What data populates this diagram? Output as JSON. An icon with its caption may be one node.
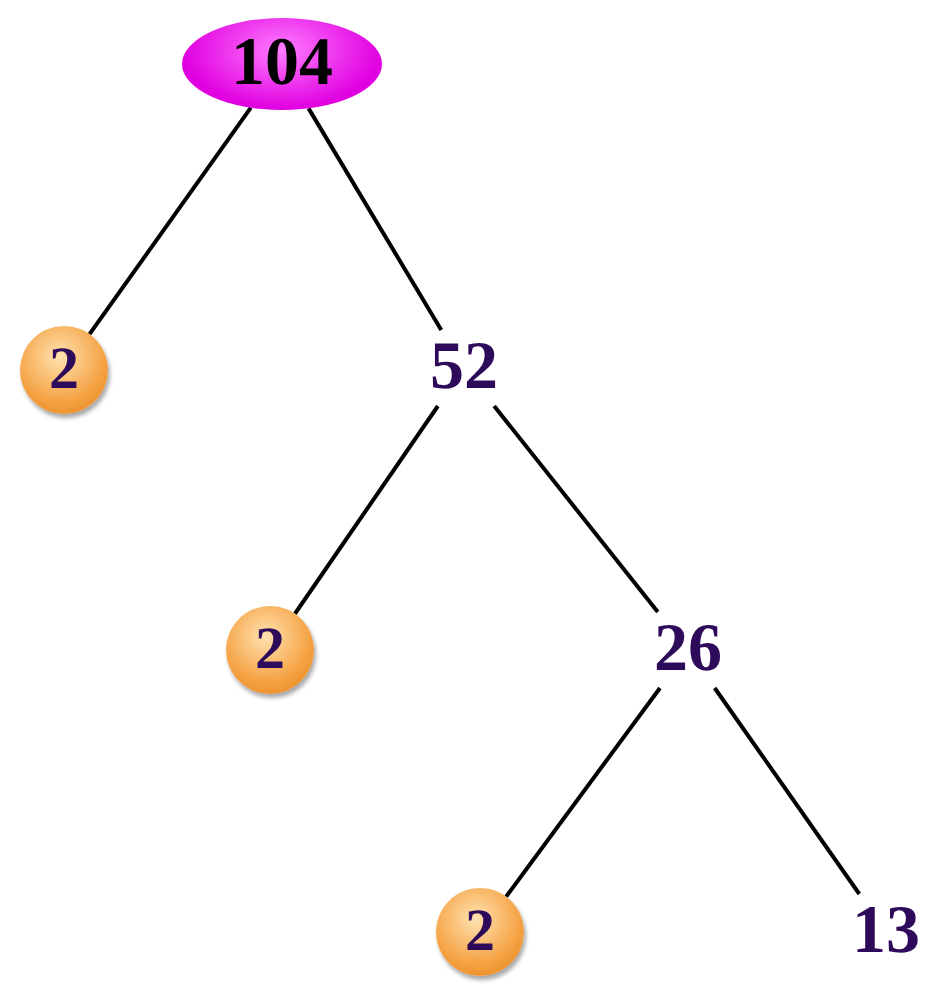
{
  "diagram": {
    "nodes": [
      {
        "text": [
          "104"
        ]
      },
      {
        "text": [
          "2"
        ]
      },
      {
        "text": [
          "52"
        ]
      },
      {
        "text": [
          "2"
        ]
      },
      {
        "text": [
          "26"
        ]
      },
      {
        "text": [
          "2"
        ]
      },
      {
        "text": [
          "13"
        ]
      }
    ],
    "edges": [
      {
        "from": 0,
        "to": 1,
        "arrow": "none"
      },
      {
        "from": 0,
        "to": 2,
        "arrow": "none"
      },
      {
        "from": 2,
        "to": 3,
        "arrow": "none"
      },
      {
        "from": 2,
        "to": 4,
        "arrow": "none"
      },
      {
        "from": 4,
        "to": 5,
        "arrow": "none"
      },
      {
        "from": 4,
        "to": 6,
        "arrow": "none"
      }
    ]
  }
}
